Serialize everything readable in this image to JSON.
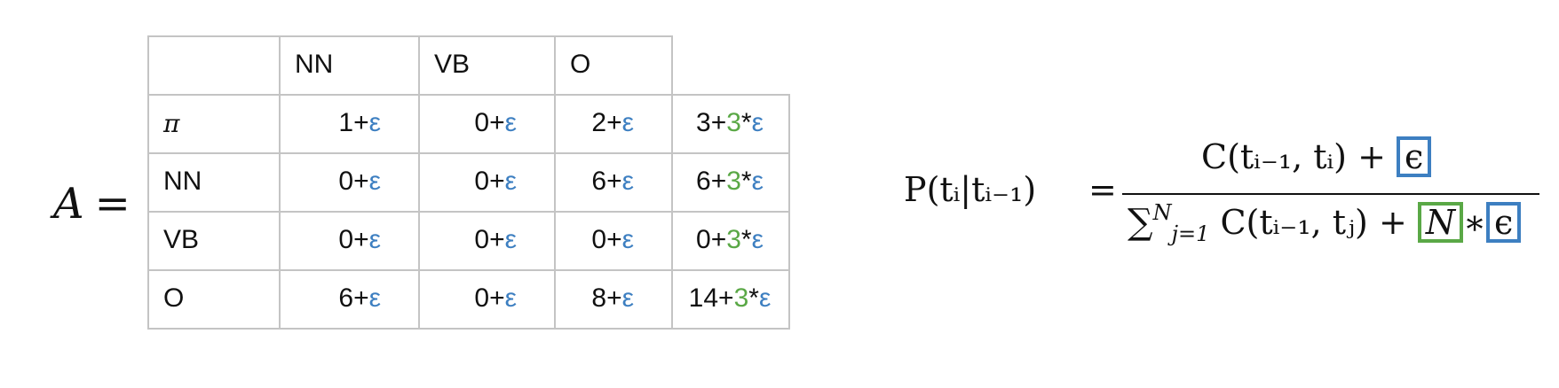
{
  "lhs": {
    "symbol": "A",
    "equals": "="
  },
  "table": {
    "headers": [
      "",
      "NN",
      "VB",
      "O",
      ""
    ],
    "rows": [
      {
        "label": "π",
        "cells": [
          {
            "num": "1",
            "eps": "ε"
          },
          {
            "num": "0",
            "eps": "ε"
          },
          {
            "num": "2",
            "eps": "ε"
          }
        ],
        "total": {
          "num": "3",
          "three": "3",
          "eps": "ε"
        }
      },
      {
        "label": "NN",
        "cells": [
          {
            "num": "0",
            "eps": "ε"
          },
          {
            "num": "0",
            "eps": "ε"
          },
          {
            "num": "6",
            "eps": "ε"
          }
        ],
        "total": {
          "num": "6",
          "three": "3",
          "eps": "ε"
        }
      },
      {
        "label": "VB",
        "cells": [
          {
            "num": "0",
            "eps": "ε"
          },
          {
            "num": "0",
            "eps": "ε"
          },
          {
            "num": "0",
            "eps": "ε"
          }
        ],
        "total": {
          "num": "0",
          "three": "3",
          "eps": "ε"
        }
      },
      {
        "label": "O",
        "cells": [
          {
            "num": "6",
            "eps": "ε"
          },
          {
            "num": "0",
            "eps": "ε"
          },
          {
            "num": "8",
            "eps": "ε"
          }
        ],
        "total": {
          "num": "14",
          "three": "3",
          "eps": "ε"
        }
      }
    ],
    "plus": "+",
    "star": "*"
  },
  "colors": {
    "epsilon": "#3d7fc1",
    "smoothing_count": "#5aa846",
    "grid": "#c4c4c4"
  },
  "formula": {
    "lhs": "P(tᵢ|tᵢ₋₁)",
    "equals": "=",
    "numerator": "C(tᵢ₋₁, tᵢ) +",
    "numerator_epsilon": "ϵ",
    "sum": "∑",
    "sum_upper": "N",
    "sum_lower": "j=1",
    "denominator": "C(tᵢ₋₁, tⱼ) +",
    "denominator_N": "N",
    "denominator_star": "∗",
    "denominator_epsilon": "ϵ"
  }
}
